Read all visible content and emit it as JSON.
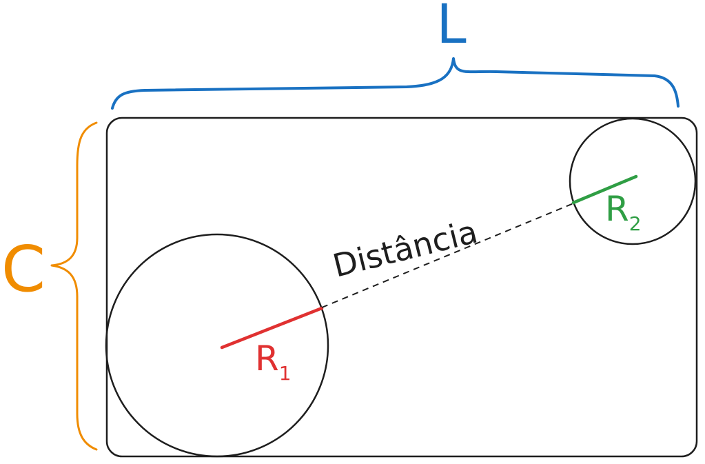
{
  "labels": {
    "width": "L",
    "height": "C",
    "radius_1": "R",
    "radius_1_sub": "1",
    "radius_2": "R",
    "radius_2_sub": "2",
    "distance": "Distância"
  },
  "colors": {
    "outline": "#1e1e1e",
    "width_brace": "#1971c2",
    "height_brace": "#f08c00",
    "radius_1": "#e03131",
    "radius_2": "#2f9e44",
    "distance_line": "#1e1e1e"
  }
}
